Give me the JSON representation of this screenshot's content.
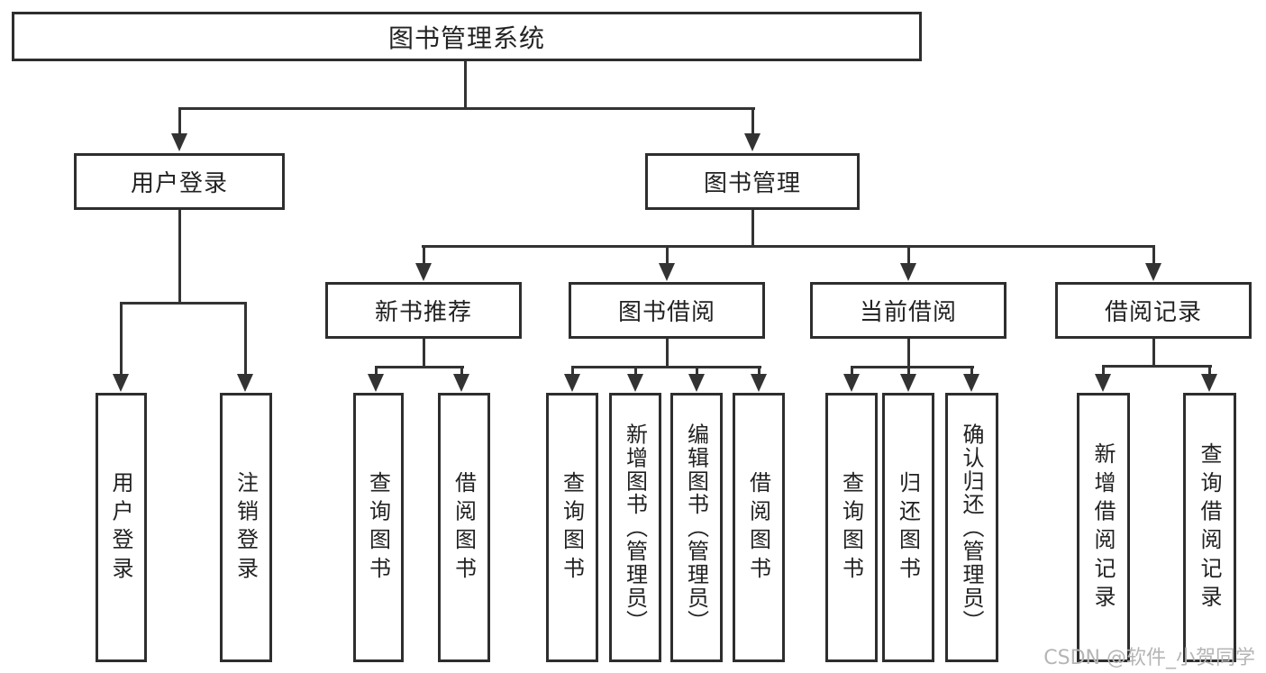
{
  "colors": {
    "background": "#ffffff",
    "line": "#333333",
    "box_border": "#2e2e2e",
    "text": "#222222",
    "watermark_text": "#b5b5b5"
  },
  "watermark": {
    "text": "CSDN @软件_小贺同学"
  },
  "tree": {
    "root": {
      "label": "图书管理系统",
      "children": [
        {
          "label": "用户登录",
          "children": [
            {
              "label": "用户登录"
            },
            {
              "label": "注销登录"
            }
          ]
        },
        {
          "label": "图书管理",
          "children": [
            {
              "label": "新书推荐",
              "children": [
                {
                  "label": "查询图书"
                },
                {
                  "label": "借阅图书"
                }
              ]
            },
            {
              "label": "图书借阅",
              "children": [
                {
                  "label": "查询图书"
                },
                {
                  "label": "新增图书（管理员）"
                },
                {
                  "label": "编辑图书（管理员）"
                },
                {
                  "label": "借阅图书"
                }
              ]
            },
            {
              "label": "当前借阅",
              "children": [
                {
                  "label": "查询图书"
                },
                {
                  "label": "归还图书"
                },
                {
                  "label": "确认归还（管理员）"
                }
              ]
            },
            {
              "label": "借阅记录",
              "children": [
                {
                  "label": "新增借阅记录"
                },
                {
                  "label": "查询借阅记录"
                }
              ]
            }
          ]
        }
      ]
    }
  }
}
